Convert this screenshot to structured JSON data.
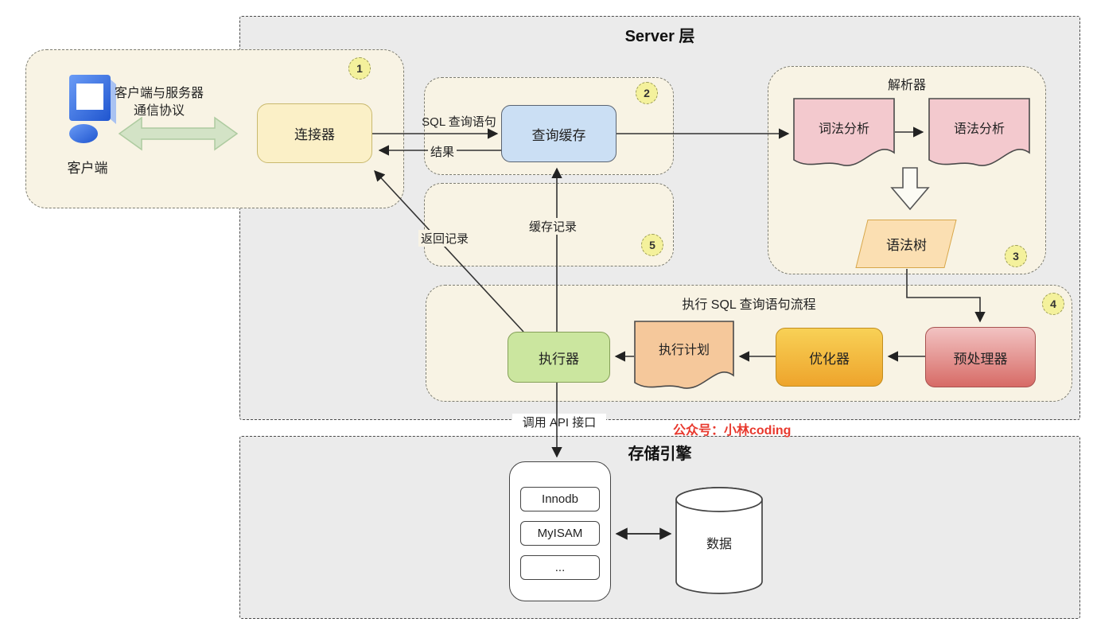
{
  "diagram": {
    "server_title": "Server 层",
    "storage_title": "存储引擎",
    "parser_title": "解析器",
    "exec_flow_title": "执行 SQL 查询语句流程",
    "watermark": "公众号：小林coding"
  },
  "client": {
    "label": "客户端",
    "protocol_line1": "客户端与服务器",
    "protocol_line2": "通信协议"
  },
  "nodes": {
    "connector": "连接器",
    "query_cache": "查询缓存",
    "lexical": "词法分析",
    "syntax": "语法分析",
    "syntax_tree": "语法树",
    "preprocessor": "预处理器",
    "optimizer": "优化器",
    "exec_plan": "执行计划",
    "executor": "执行器"
  },
  "edges": {
    "sql_query": "SQL 查询语句",
    "result": "结果",
    "cache_record": "缓存记录",
    "return_record": "返回记录",
    "api_call": "调用 API 接口"
  },
  "badges": [
    "1",
    "2",
    "3",
    "4",
    "5"
  ],
  "storage": {
    "engines": [
      "Innodb",
      "MyISAM",
      "..."
    ],
    "data_label": "数据"
  },
  "colors": {
    "server_fill": "#ebebeb",
    "panel_fill": "#f8f3e4",
    "connector_fill": "#fbf0c7",
    "query_cache_fill": "#cbdff4",
    "doc_pink": "#f3c9ce",
    "syntax_tree_fill": "#fbdfb2",
    "preprocessor_fill": "#d76b66",
    "optimizer_fill": "#eea42c",
    "exec_plan_fill": "#f5c89b",
    "executor_fill": "#cbe69f",
    "badge_fill": "#f4f19c",
    "arrow_green": "#d3e3c6",
    "watermark_red": "#e8392e"
  }
}
